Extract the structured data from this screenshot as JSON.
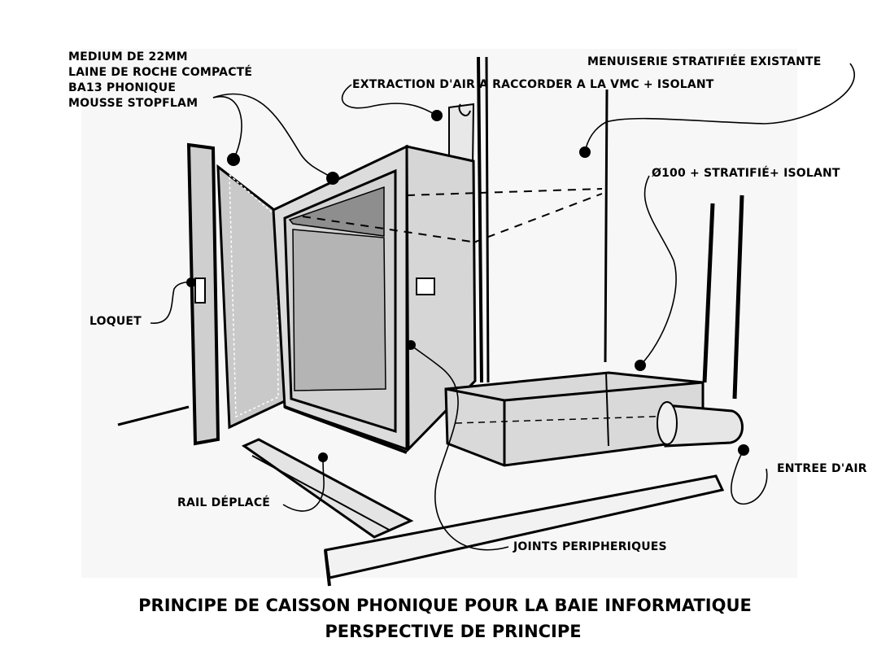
{
  "labels": {
    "materials": [
      "MEDIUM DE 22MM",
      "LAINE DE ROCHE COMPACTÉ",
      "BA13 PHONIQUE",
      "MOUSSE STOPFLAM"
    ],
    "extraction": "EXTRACTION D'AIR A RACCORDER A LA VMC + ISOLANT",
    "menuiserie": "MENUISERIE STRATIFIÉE EXISTANTE",
    "duct": "Ø100 + STRATIFIÉ+ ISOLANT",
    "loquet": "LOQUET",
    "entree_air": "ENTREE D'AIR",
    "rail": "RAIL DÉPLACÉ",
    "joints": "JOINTS PERIPHERIQUES"
  },
  "title": {
    "line1": "PRINCIPE DE CAISSON PHONIQUE POUR LA BAIE INFORMATIQUE",
    "line2": "PERSPECTIVE DE PRINCIPE"
  },
  "colors": {
    "ink": "#000000",
    "panel": "#dcdcdc",
    "panel_dark": "#b4b4b4",
    "inner_dark": "#8e8e8e",
    "paper": "#ffffff"
  }
}
